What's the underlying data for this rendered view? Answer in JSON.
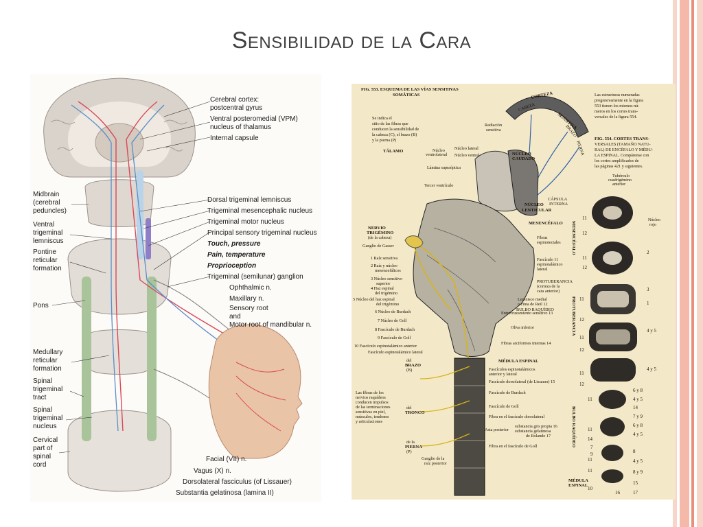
{
  "slide": {
    "title": "Sensibilidad de la Cara",
    "accent_colors": [
      "#f4b9a8",
      "#e98f7a",
      "#f7d6c9"
    ]
  },
  "left_figure": {
    "labels_right": [
      "Cerebral cortex:",
      "postcentral gyrus",
      "Ventral posteromedial (VPM)",
      "nucleus of thalamus",
      "Internal capsule",
      "Dorsal trigeminal lemniscus",
      "Trigeminal mesencephalic nucleus",
      "Trigeminal motor nucleus",
      "Principal sensory trigeminal nucleus",
      "Touch, pressure",
      "Pain, temperature",
      "Proprioception",
      "Trigeminal (semilunar) ganglion",
      "Ophthalmic n.",
      "Maxillary n.",
      "Sensory root",
      "and",
      "Motor root of mandibular n.",
      "Facial (VII) n.",
      "Vagus (X) n.",
      "Dorsolateral fasciculus (of Lissauer)",
      "Substantia gelatinosa (lamina II)"
    ],
    "labels_left": [
      "Midbrain",
      "(cerebral",
      "peduncles)",
      "Ventral",
      "trigeminal",
      "lemniscus",
      "Pontine",
      "reticular",
      "formation",
      "Pons",
      "Medullary",
      "reticular",
      "formation",
      "Spinal",
      "trigeminal",
      "tract",
      "Spinal",
      "trigeminal",
      "nucleus",
      "Cervical",
      "part of",
      "spinal",
      "cord"
    ]
  },
  "right_figure": {
    "header": {
      "fig553_line1": "FIG. 553. ESQUEMA DE LAS VÍAS SENSITIVAS",
      "fig553_line2": "SOMÁTICAS",
      "note_right": [
        "Las estructuras numeradas",
        "progresivamente en la figura",
        "553 tienen los mismos nú-",
        "meros en los cortes trans-",
        "versales de la figura 554."
      ],
      "fig554": [
        "FIG. 554. CORTES TRANS-",
        "VERSALES (TAMAÑO NATU-",
        "RAL) DE ENCÉFALO Y MÉDU-",
        "LA ESPINAL. Compárense con",
        "los cortes amplificados de",
        "las páginas 421 y siguientes."
      ],
      "note_left": [
        "Se indica el",
        "sitio de las fibras que",
        "conducen la sensibilidad de",
        "la cabeza (C), el brazo (B)",
        "y la pierna (P)"
      ]
    },
    "labels": {
      "corteza": "CORTEZA",
      "sensitiva": "SENSITIVA",
      "cabeza": "CABEZA",
      "brazo": "BRAZO",
      "pierna": "PIERNA",
      "radiacion": [
        "Radiación",
        "sensitiva"
      ],
      "talamo": "TÁLAMO",
      "nucleo_lateral": "Núcleo lateral",
      "nucleo_ventral": "Núcleo ventral",
      "nucleo_ventrolateral": [
        "Núcleo",
        "ventrolateral"
      ],
      "lamina": "Lámina supraóptica",
      "tercer": "Tercer ventrículo",
      "nucleo_caudado": [
        "NÚCLEO",
        "CAUDADO"
      ],
      "nucleo_lenticular": [
        "NÚCLEO",
        "LENTICULAR"
      ],
      "capsula": [
        "CÁPSULA",
        "INTERNA"
      ],
      "mesencefalo_small": "MESENCÉFALO",
      "fibras_espinotectales": [
        "Fibras",
        "espinotectales"
      ],
      "fasciculo_11": [
        "Fascículo 11",
        "espinotalámico",
        "lateral"
      ],
      "protuberancia_label": [
        "PROTUBERANCIA",
        "(corteza de la",
        "cara anterior)"
      ],
      "lemnisco": [
        "Lemnisco medial",
        "o cinta de Reil 12"
      ],
      "bulbo_raquideo_small": "BULBO RAQUÍDEO",
      "entrecruzamiento": "Entrecruzamiento sensitivo 13",
      "oliva": "Oliva inferior",
      "fibras_arciformes": "Fibras arciformes internas 14",
      "nervio_trigemino": [
        "NERVIO",
        "TRIGÉMINO",
        "(de la cabeza)"
      ],
      "ganglio_gasser": "Ganglio de Gasser",
      "left_numbered": [
        "1 Raíz sensitiva",
        "2 Raíz y núcleo",
        "mesencefálicos",
        "3 Núcleo sensitivo",
        "superior",
        "4 Haz espinal",
        "del trigémino",
        "5 Núcleo del haz espinal",
        "del trigémino",
        "6 Núcleo de Burdach",
        "7 Núcleo de Goll",
        "8 Fascículo de Burdach",
        "9 Fascículo de Goll",
        "10 Fascículo espinotalámico anterior",
        "Fascículo espinotalámico lateral"
      ],
      "medula_espinal_small": "MÉDULA ESPINAL",
      "spinal_right": [
        "Fascículos espinotalámicos",
        "anterior y lateral",
        "Fascículo dorsolateral (de Lissauer) 15",
        "Fascículo de Burdach",
        "Fascículo de Goll",
        "Fibra en el fascículo dorsolateral",
        "Asta posterior",
        "substancia gris propia 16",
        "substancia gelatinosa",
        "de Rolando 17",
        "Fibra en el fascículo de Goll"
      ],
      "del_brazo": [
        "del",
        "BRAZO",
        "(B)"
      ],
      "del_tronco": [
        "del",
        "TRONCO"
      ],
      "de_la_pierna": [
        "de la",
        "PIERNA",
        "(P)"
      ],
      "ganglio_raiz": [
        "Ganglio de la",
        "raíz posterior"
      ],
      "las_fibras": [
        "Las fibras de los",
        "nervios raquídeos",
        "conducen impulsos",
        "de las terminaciones",
        "sensitivas en piel,",
        "músculos, tendones",
        "y articulaciones"
      ],
      "tuberculo": [
        "Tubérculo",
        "cuadrigémino",
        "anterior"
      ],
      "nucleo_rojo": [
        "Núcleo",
        "rojo"
      ],
      "side_mesencefalo": "MESENCÉFALO",
      "side_protuberancia": "PROTUBERANCIA",
      "side_bulbo": "BULBO RAQUÍDEO",
      "medula_bottom": [
        "MÉDULA",
        "ESPINAL"
      ]
    },
    "section_numbers": [
      "11",
      "12",
      "2",
      "11",
      "12",
      "3",
      "1",
      "11",
      "12",
      "4 y 5",
      "11",
      "12",
      "4 y 5",
      "11",
      "12",
      "6 y 8",
      "4 y 5",
      "11",
      "14",
      "7 y 9",
      "6 y 8",
      "4 y 5",
      "11",
      "14",
      "7",
      "9",
      "8",
      "11",
      "4 y 5",
      "11",
      "8 y 9",
      "15",
      "10",
      "16",
      "17"
    ]
  }
}
